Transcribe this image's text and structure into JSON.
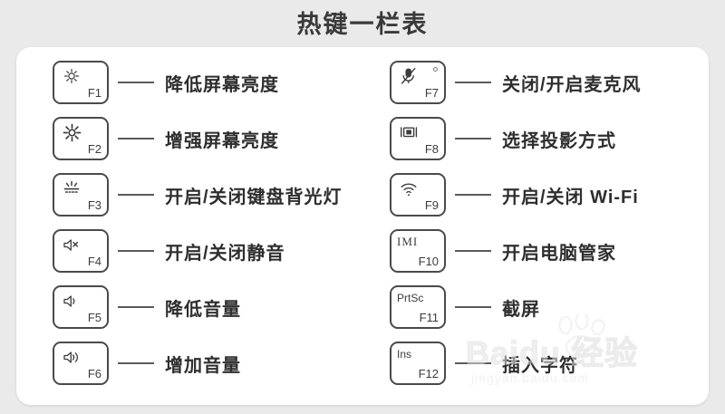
{
  "page": {
    "title": "热键一栏表",
    "background_color": "#eaeaea",
    "card_color": "#ffffff",
    "text_color": "#2e2e2e",
    "key_border_color": "#4a4a4a"
  },
  "watermark": {
    "main": "Baidu 经验",
    "sub": "jingyan.baidu.com"
  },
  "columns": {
    "left": [
      {
        "fn": "F1",
        "icon": "brightness-down-icon",
        "icon_text": "",
        "led": false,
        "desc": "降低屏幕亮度"
      },
      {
        "fn": "F2",
        "icon": "brightness-up-icon",
        "icon_text": "",
        "led": false,
        "desc": "增强屏幕亮度"
      },
      {
        "fn": "F3",
        "icon": "keyboard-backlight-icon",
        "icon_text": "",
        "led": false,
        "desc": "开启/关闭键盘背光灯"
      },
      {
        "fn": "F4",
        "icon": "speaker-mute-icon",
        "icon_text": "",
        "led": false,
        "desc": "开启/关闭静音"
      },
      {
        "fn": "F5",
        "icon": "volume-down-icon",
        "icon_text": "",
        "led": false,
        "desc": "降低音量"
      },
      {
        "fn": "F6",
        "icon": "volume-up-icon",
        "icon_text": "",
        "led": false,
        "desc": "增加音量"
      }
    ],
    "right": [
      {
        "fn": "F7",
        "icon": "microphone-mute-icon",
        "icon_text": "",
        "led": true,
        "desc": "关闭/开启麦克风"
      },
      {
        "fn": "F8",
        "icon": "projection-icon",
        "icon_text": "",
        "led": false,
        "desc": "选择投影方式"
      },
      {
        "fn": "F9",
        "icon": "wifi-icon",
        "icon_text": "",
        "led": false,
        "desc": "开启/关闭 Wi-Fi"
      },
      {
        "fn": "F10",
        "icon": "pc-manager-icon",
        "icon_text": "IMI",
        "led": false,
        "desc": "开启电脑管家"
      },
      {
        "fn": "F11",
        "icon": "text-label-icon",
        "icon_text": "PrtSc",
        "led": false,
        "desc": "截屏"
      },
      {
        "fn": "F12",
        "icon": "text-label-icon",
        "icon_text": "Ins",
        "led": false,
        "desc": "插入字符"
      }
    ]
  }
}
